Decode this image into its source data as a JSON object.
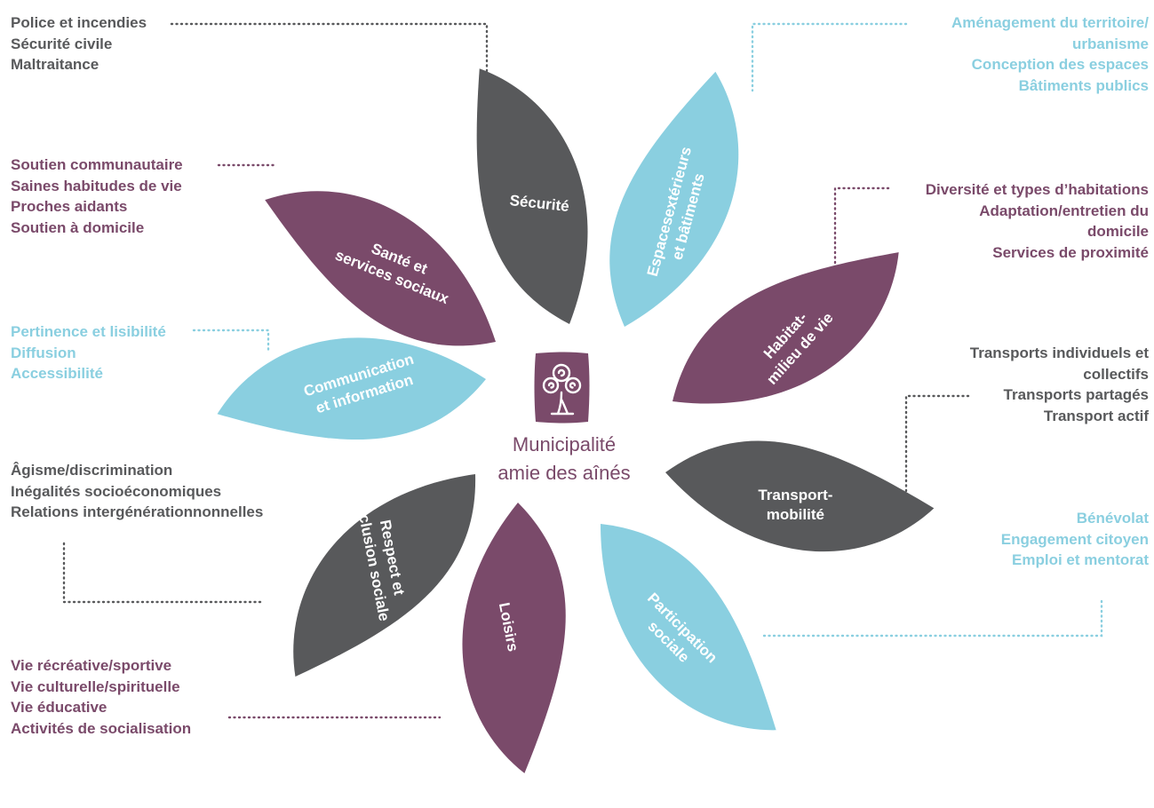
{
  "colors": {
    "gray": "#58595b",
    "plum": "#7a4a6a",
    "blue": "#8acfe0"
  },
  "center": {
    "icon": "tree-logo-icon",
    "title_line1": "Municipalité",
    "title_line2": "amie des aînés"
  },
  "petals": {
    "securite": {
      "line1": "Sécurité",
      "line2": ""
    },
    "espaces": {
      "line1": "Espacesextérieurs",
      "line2": "et bâtiments"
    },
    "habitat": {
      "line1": "Habitat-",
      "line2": "milieu de vie"
    },
    "transport": {
      "line1": "Transport-",
      "line2": "mobilité"
    },
    "participation": {
      "line1": "Participation",
      "line2": "sociale"
    },
    "loisirs": {
      "line1": "Loisirs",
      "line2": ""
    },
    "respect": {
      "line1": "Respect et",
      "line2": "inclusion sociale"
    },
    "communication": {
      "line1": "Communication",
      "line2": "et information"
    },
    "sante": {
      "line1": "Santé et",
      "line2": "services sociaux"
    }
  },
  "labels": {
    "securite": [
      "Police et incendies",
      "Sécurité civile",
      "Maltraitance"
    ],
    "espaces": [
      "Aménagement du territoire/",
      "urbanisme",
      "Conception des espaces",
      "Bâtiments publics"
    ],
    "habitat": [
      "Diversité et types d’habitations",
      "Adaptation/entretien du",
      "domicile",
      "Services de proximité"
    ],
    "transport": [
      "Transports individuels et",
      "collectifs",
      "Transports partagés",
      "Transport actif"
    ],
    "participation": [
      "Bénévolat",
      "Engagement citoyen",
      "Emploi et mentorat"
    ],
    "loisirs": [
      "Vie récréative/sportive",
      "Vie culturelle/spirituelle",
      "Vie éducative",
      "Activités de socialisation"
    ],
    "respect": [
      "Âgisme/discrimination",
      "Inégalités socioéconomiques",
      "Relations intergénérationnonnelles"
    ],
    "communication": [
      "Pertinence et lisibilité",
      "Diffusion",
      "Accessibilité"
    ],
    "sante": [
      "Soutien communautaire",
      "Saines habitudes de vie",
      "Proches aidants",
      "Soutien à domicile"
    ]
  }
}
